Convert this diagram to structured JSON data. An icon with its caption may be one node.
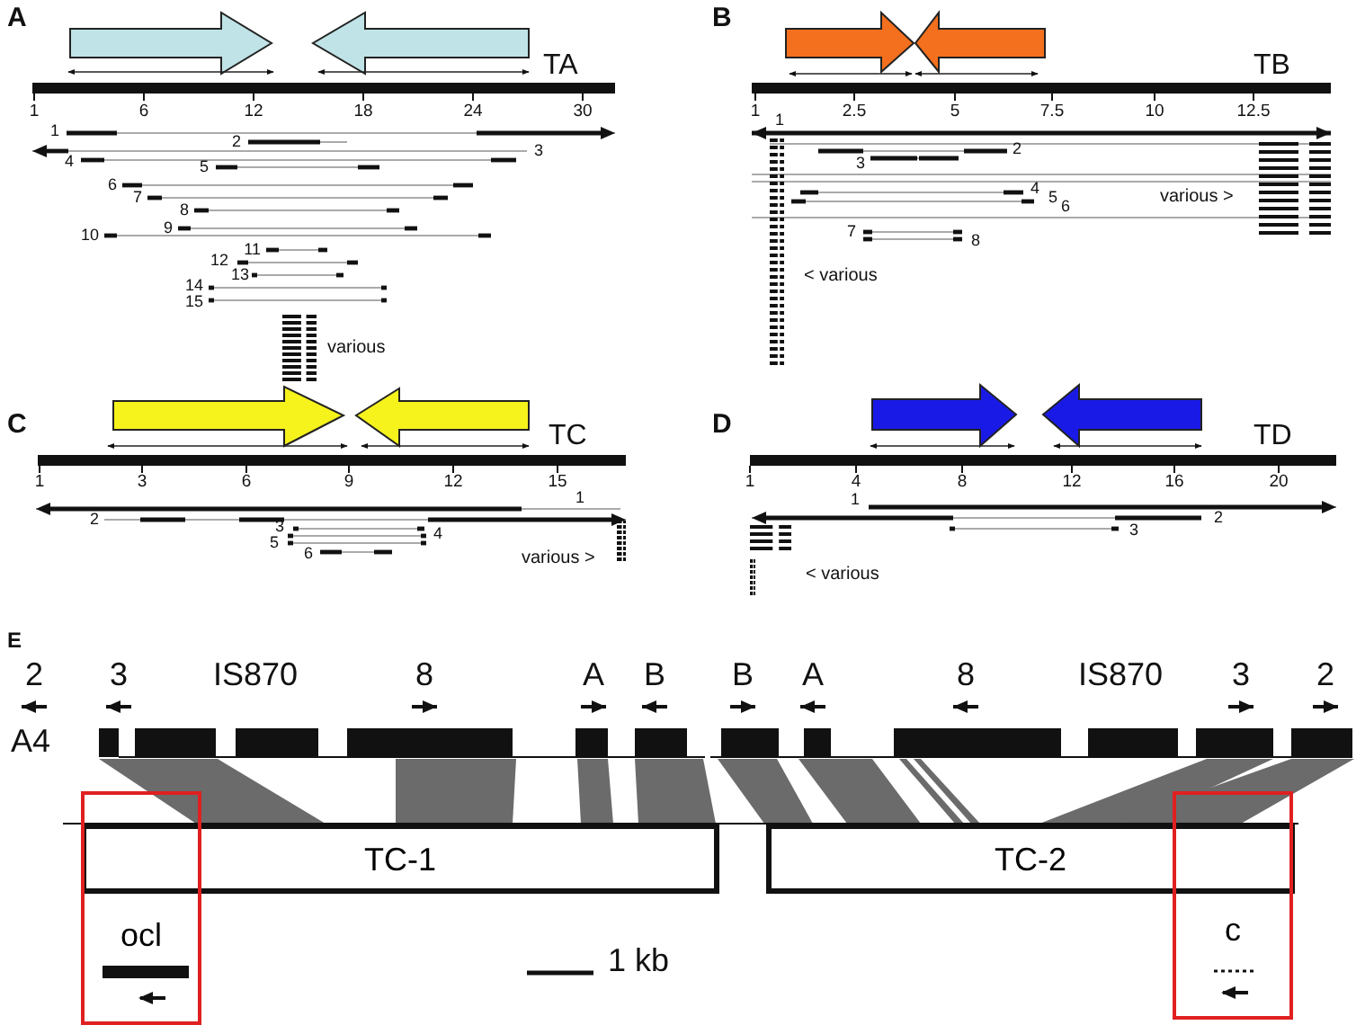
{
  "diagram": {
    "nodes": [
      {
        "text": [
          "TC-1"
        ]
      },
      {
        "text": [
          "TC-2"
        ]
      },
      {
        "text": [
          "ocl"
        ]
      },
      {
        "text": [
          "c"
        ]
      }
    ],
    "labels": [
      "A",
      "TA",
      "1",
      "6",
      "12",
      "18",
      "24",
      "30",
      "1",
      "2",
      "3",
      "4",
      "5",
      "6",
      "7",
      "8",
      "9",
      "10",
      "11",
      "12",
      "13",
      "14",
      "15",
      "various",
      "B",
      "TB",
      "1",
      "2.5",
      "5",
      "7.5",
      "10",
      "12.5",
      "1",
      "2",
      "3",
      "4",
      "5",
      "6",
      "7",
      "8",
      "various >",
      "< various",
      "C",
      "TC",
      "1",
      "3",
      "6",
      "9",
      "12",
      "15",
      "1",
      "2",
      "3",
      "4",
      "5",
      "6",
      "various >",
      "D",
      "TD",
      "1",
      "4",
      "8",
      "12",
      "16",
      "20",
      "1",
      "2",
      "3",
      "< various",
      "E",
      "2",
      "3",
      "IS870",
      "8",
      "A",
      "B",
      "B",
      "A",
      "8",
      "IS870",
      "3",
      "2",
      "A4",
      "1 kb"
    ]
  }
}
